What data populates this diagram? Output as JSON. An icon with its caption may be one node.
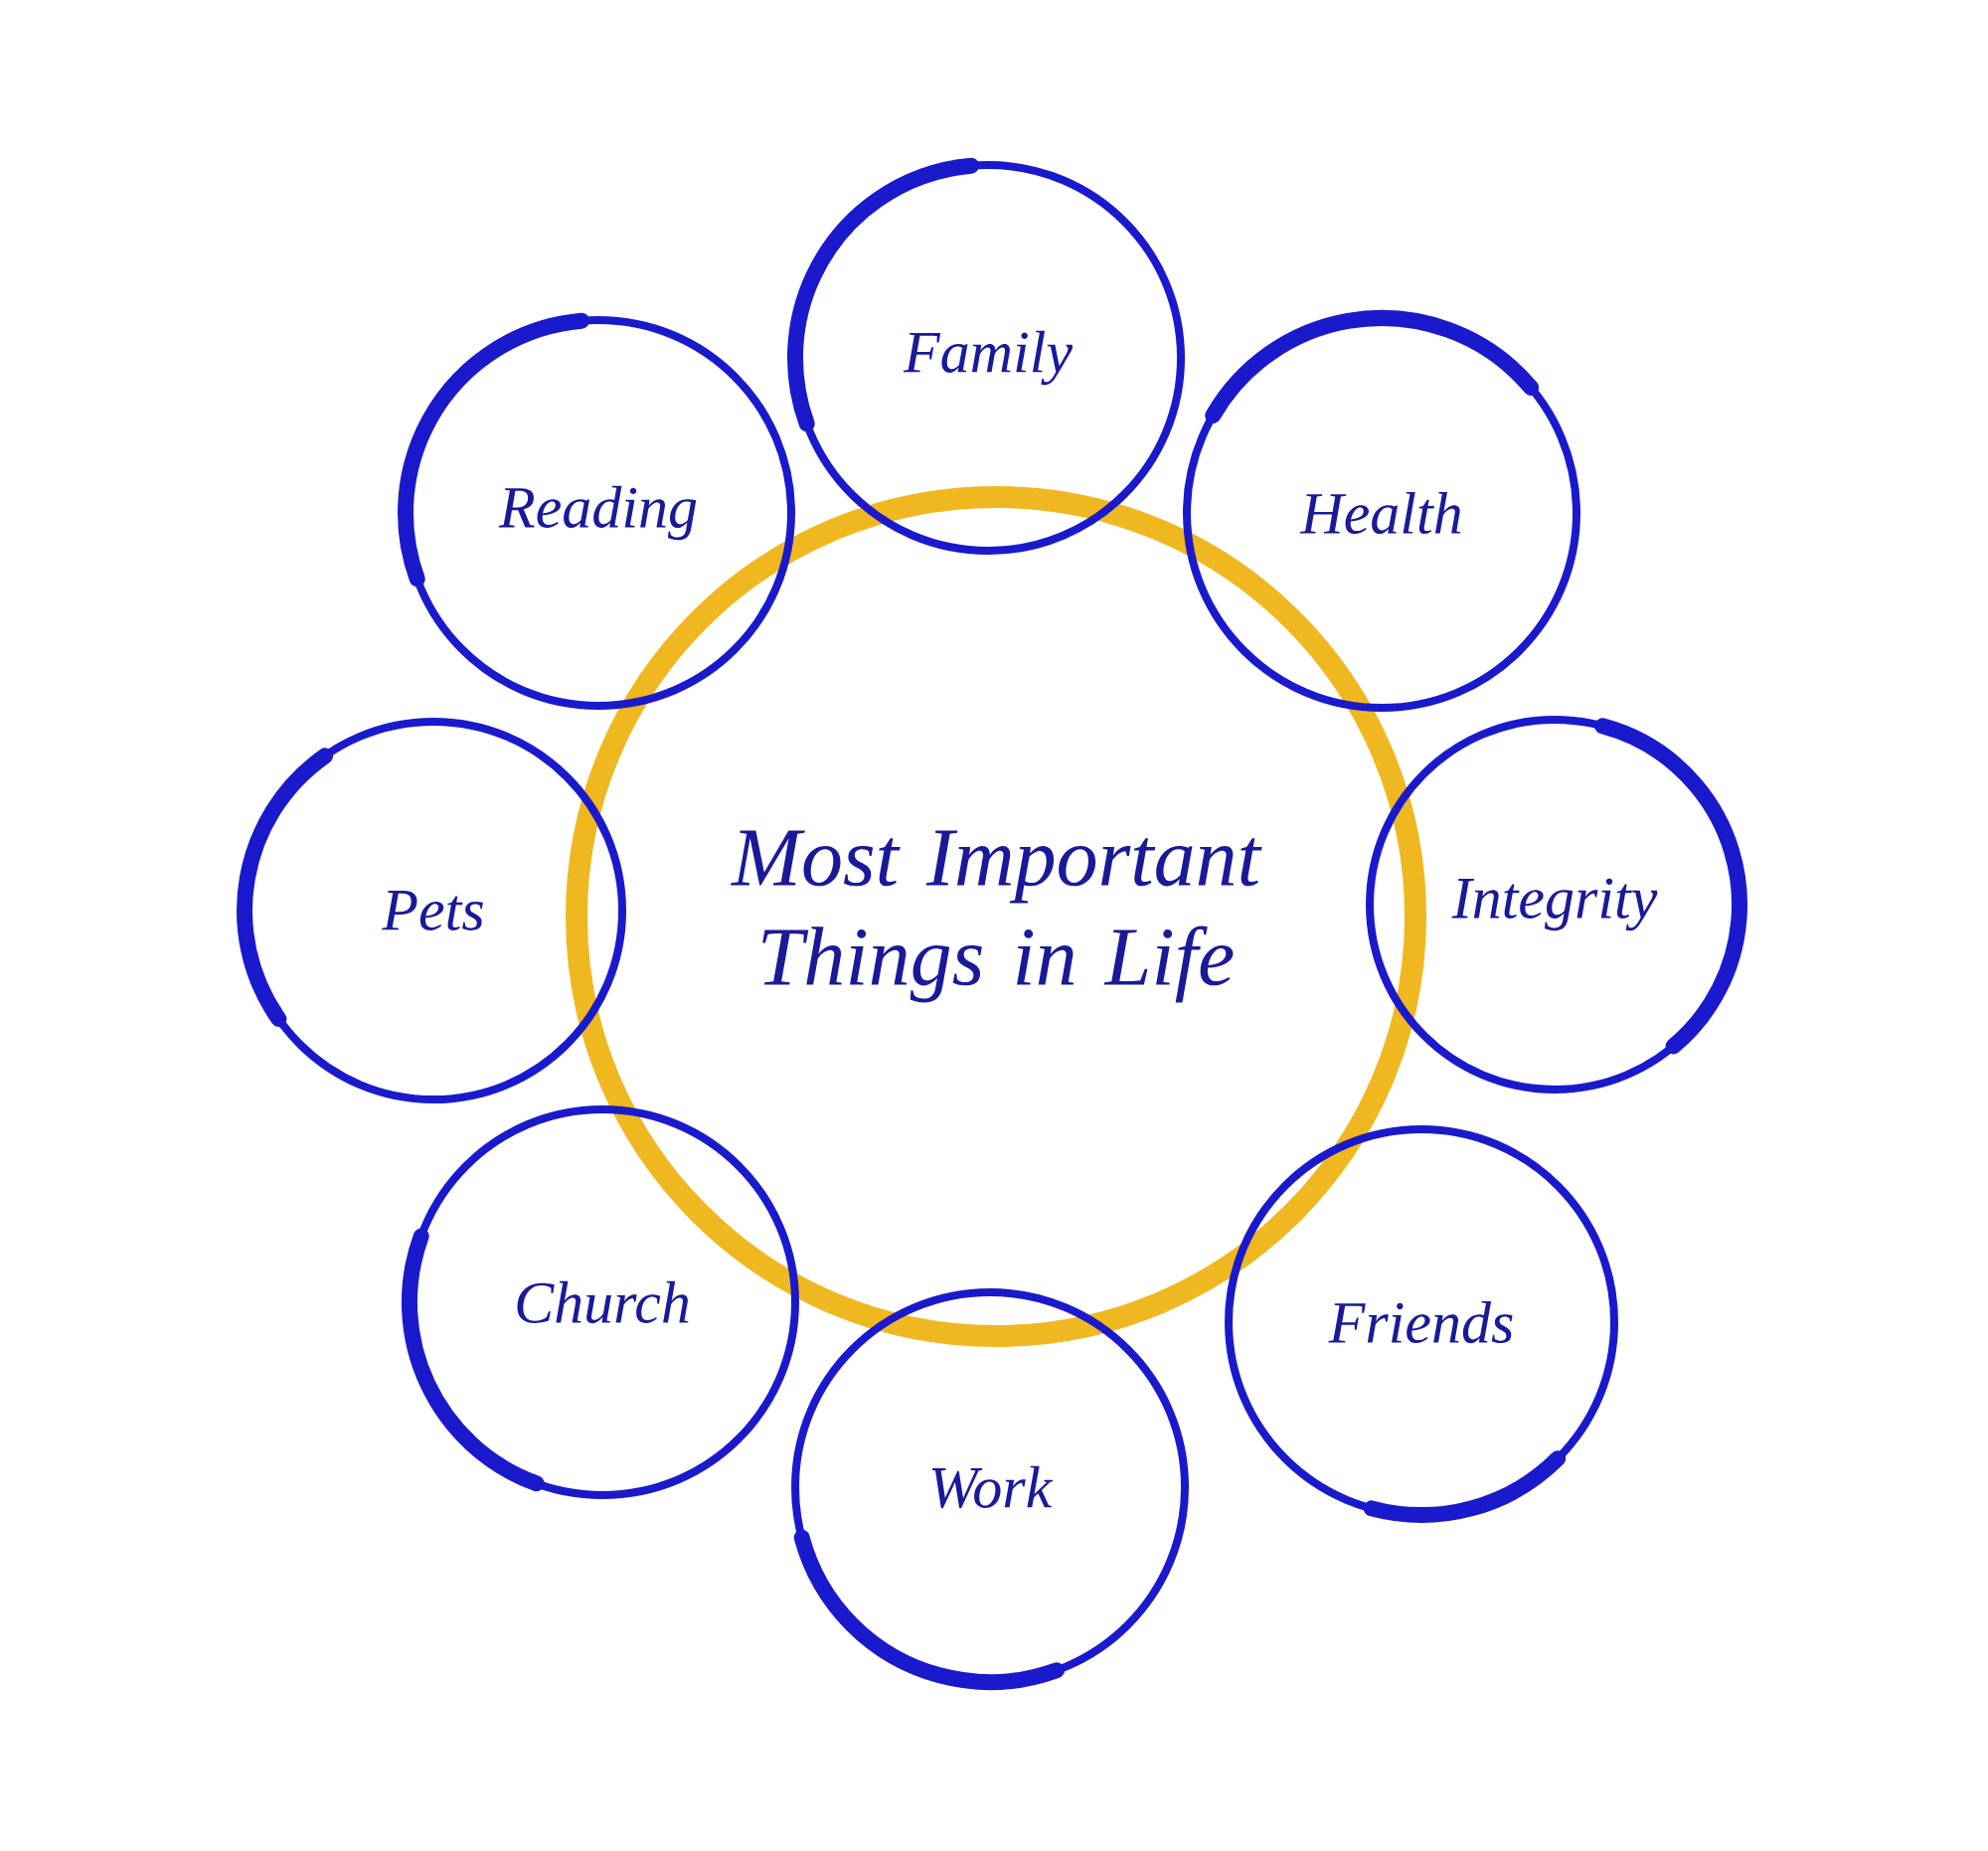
{
  "diagram": {
    "nodes": [
      {
        "text": [
          "Most Important Things in Life"
        ]
      },
      {
        "text": [
          "Family"
        ]
      },
      {
        "text": [
          "Health"
        ]
      },
      {
        "text": [
          "Integrity"
        ]
      },
      {
        "text": [
          "Friends"
        ]
      },
      {
        "text": [
          "Work"
        ]
      },
      {
        "text": [
          "Church"
        ]
      },
      {
        "text": [
          "Pets"
        ]
      },
      {
        "text": [
          "Reading"
        ]
      }
    ]
  }
}
